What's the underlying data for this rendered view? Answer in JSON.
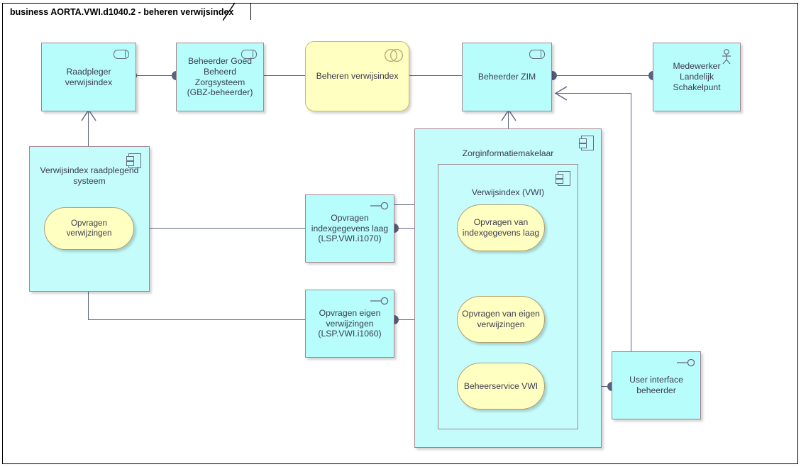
{
  "window": {
    "tab_title": "business AORTA.VWI.d1040.2 - beheren verwijsindex"
  },
  "colors": {
    "node_fill_cyan": "#b6fdfb",
    "container_fill_cyan": "#c3fcfb",
    "node_fill_yellow": "#ffffc2",
    "node_border": "#a2858f",
    "oval_border": "#b0a070",
    "connector": "#5b6180",
    "text": "#3c3c50"
  },
  "nodes": {
    "raadpleger": {
      "label": "Raadpleger\nverwijsindex",
      "icon": "role-icon",
      "type": "actor-role"
    },
    "gbz_beheerder": {
      "label": "Beheerder Goed\nBeheerd Zorgsysteem\n(GBZ-beheerder)",
      "icon": "role-icon",
      "type": "actor-role"
    },
    "beheren_verwijsindex": {
      "label": "Beheren verwijsindex",
      "icon": "collaboration-icon",
      "type": "use-case"
    },
    "beheerder_zim": {
      "label": "Beheerder ZIM",
      "icon": "role-icon",
      "type": "actor-role"
    },
    "medewerker_lsp": {
      "label": "Medewerker Landelijk\nSchakelpunt",
      "icon": "actor-icon",
      "type": "actor"
    },
    "vri_systeem": {
      "label": "Verwijsindex raadplegend\nsysteem",
      "icon": "component-icon",
      "type": "component"
    },
    "opvragen_verwijzingen": {
      "label": "Opvragen verwijzingen",
      "type": "service-oval"
    },
    "itf_i1070": {
      "label": "Opvragen\nindexgegevens laag\n(LSP.VWI.i1070)",
      "icon": "lollipop-icon",
      "type": "interface"
    },
    "itf_i1060": {
      "label": "Opvragen eigen\nverwijzingen\n(LSP.VWI.i1060)",
      "icon": "lollipop-icon",
      "type": "interface"
    },
    "zorginformatiemakelaar": {
      "label": "Zorginformatiemakelaar",
      "icon": "component-icon",
      "type": "component-container"
    },
    "verwijsindex_vwi": {
      "label": "Verwijsindex (VWI)",
      "icon": "component-icon",
      "type": "component-container"
    },
    "opvragen_van_indexgegevens": {
      "label": "Opvragen van\nindexgegevens laag",
      "type": "service-oval"
    },
    "opvragen_van_eigen": {
      "label": "Opvragen van eigen\nverwijzingen",
      "type": "service-oval"
    },
    "beheerservice_vwi": {
      "label": "Beheerservice VWI",
      "type": "service-oval"
    },
    "user_interface_beheerder": {
      "label": "User interface\nbeheerder",
      "icon": "lollipop-icon",
      "type": "interface"
    }
  }
}
